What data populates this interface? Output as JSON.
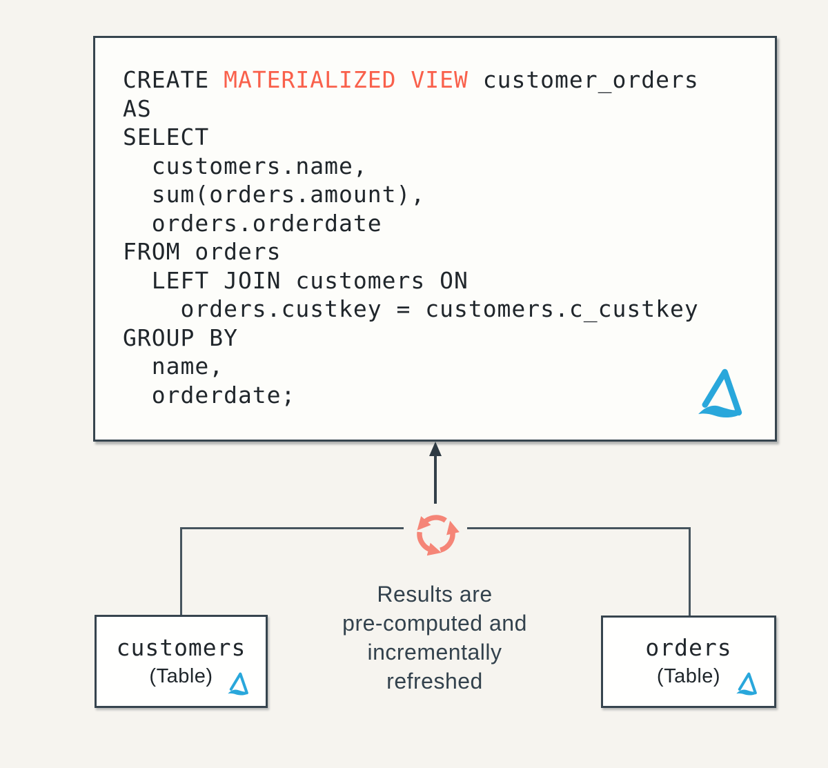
{
  "colors": {
    "page_bg": "#F6F4EF",
    "box_bg": "#FDFDFA",
    "ink": "#20262B",
    "accent_red": "#F9604B",
    "salmon": "#F58577",
    "logo_blue": "#29A7DB",
    "line_dark": "#36444E",
    "connector": "#46545E",
    "caption": "#33424D"
  },
  "sql_view": {
    "lines": [
      {
        "segments": [
          {
            "text": "CREATE "
          },
          {
            "text": "MATERIALIZED VIEW",
            "highlight": true
          },
          {
            "text": " customer_orders"
          }
        ]
      },
      {
        "segments": [
          {
            "text": "AS"
          }
        ]
      },
      {
        "segments": [
          {
            "text": "SELECT"
          }
        ]
      },
      {
        "segments": [
          {
            "text": "  customers.name,"
          }
        ]
      },
      {
        "segments": [
          {
            "text": "  sum(orders.amount),"
          }
        ]
      },
      {
        "segments": [
          {
            "text": "  orders.orderdate"
          }
        ]
      },
      {
        "segments": [
          {
            "text": "FROM orders"
          }
        ]
      },
      {
        "segments": [
          {
            "text": "  LEFT JOIN customers ON"
          }
        ]
      },
      {
        "segments": [
          {
            "text": "    orders.custkey = customers.c_custkey"
          }
        ]
      },
      {
        "segments": [
          {
            "text": "GROUP BY"
          }
        ]
      },
      {
        "segments": [
          {
            "text": "  name,"
          }
        ]
      },
      {
        "segments": [
          {
            "text": "  orderdate;"
          }
        ]
      }
    ]
  },
  "flow": {
    "caption": "Results are\npre-computed and\nincrementally\nrefreshed"
  },
  "tables": {
    "customers": {
      "name": "customers",
      "kind": "(Table)"
    },
    "orders": {
      "name": "orders",
      "kind": "(Table)"
    }
  },
  "icons": {
    "refresh": "refresh-cycle-icon",
    "logo": "delta-wave-logo-icon",
    "arrow": "arrow-up-icon"
  }
}
